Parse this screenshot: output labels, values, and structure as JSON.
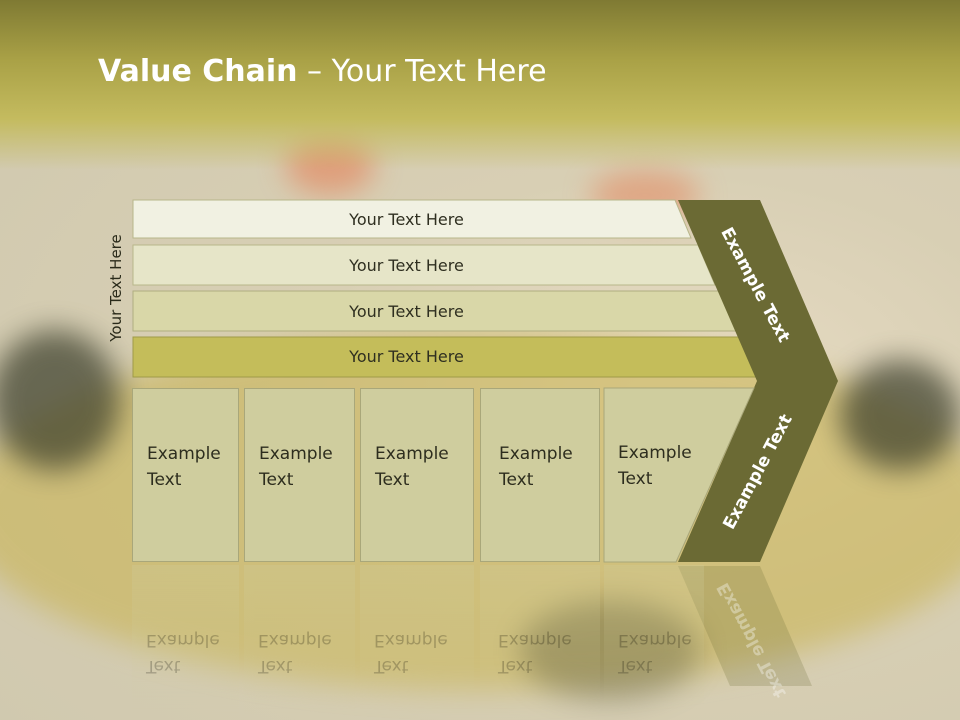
{
  "header": {
    "title_bold": "Value Chain",
    "title_rest": " – Your Text Here"
  },
  "side_label": "Your Text Here",
  "bars": [
    "Your Text Here",
    "Your Text Here",
    "Your Text Here",
    "Your Text Here"
  ],
  "boxes": [
    [
      "Example",
      "Text"
    ],
    [
      "Example",
      "Text"
    ],
    [
      "Example",
      "Text"
    ],
    [
      "Example",
      "Text"
    ],
    [
      "Example",
      "Text"
    ]
  ],
  "chevron": {
    "upper": "Example Text",
    "lower": "Example Text"
  },
  "colors": {
    "header": "#a9a146",
    "bar1": "#f1f1e2",
    "bar2": "#e6e5c8",
    "bar3": "#d9d7a8",
    "bar4": "#c4bd5a",
    "box": "#cfcd9e",
    "chevron": "#6b6a34"
  }
}
